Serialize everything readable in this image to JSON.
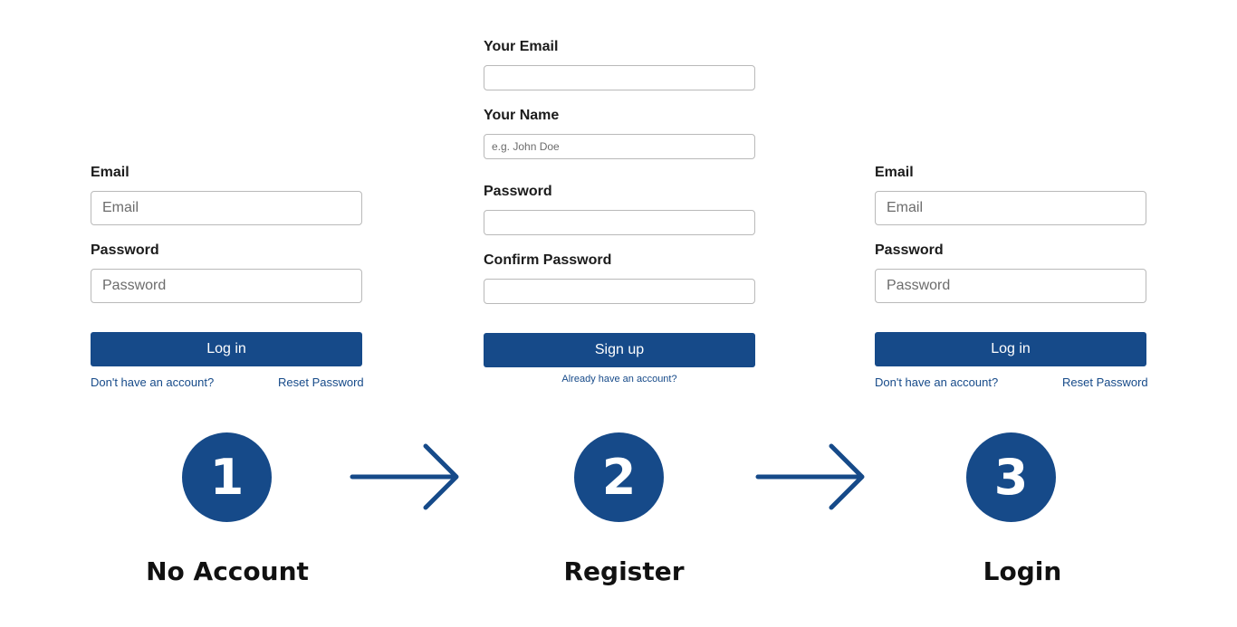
{
  "colors": {
    "primary": "#164a89",
    "text": "#1b1b1b",
    "border": "#b9b9b9"
  },
  "login_panel_1": {
    "email_label": "Email",
    "email_placeholder": "Email",
    "password_label": "Password",
    "password_placeholder": "Password",
    "login_button": "Log in",
    "no_account_link": "Don't have an account?",
    "reset_link": "Reset Password"
  },
  "register_panel": {
    "email_label": "Your Email",
    "email_value": "",
    "name_label": "Your Name",
    "name_placeholder": "e.g. John Doe",
    "password_label": "Password",
    "password_value": "",
    "confirm_label": "Confirm Password",
    "confirm_value": "",
    "signup_button": "Sign up",
    "have_account_link": "Already have an account?"
  },
  "login_panel_3": {
    "email_label": "Email",
    "email_placeholder": "Email",
    "password_label": "Password",
    "password_placeholder": "Password",
    "login_button": "Log in",
    "no_account_link": "Don't have an account?",
    "reset_link": "Reset Password"
  },
  "steps": [
    {
      "number": "1",
      "title": "No Account"
    },
    {
      "number": "2",
      "title": "Register"
    },
    {
      "number": "3",
      "title": "Login"
    }
  ],
  "icons": [
    "arrow-right-icon",
    "arrow-right-icon"
  ]
}
